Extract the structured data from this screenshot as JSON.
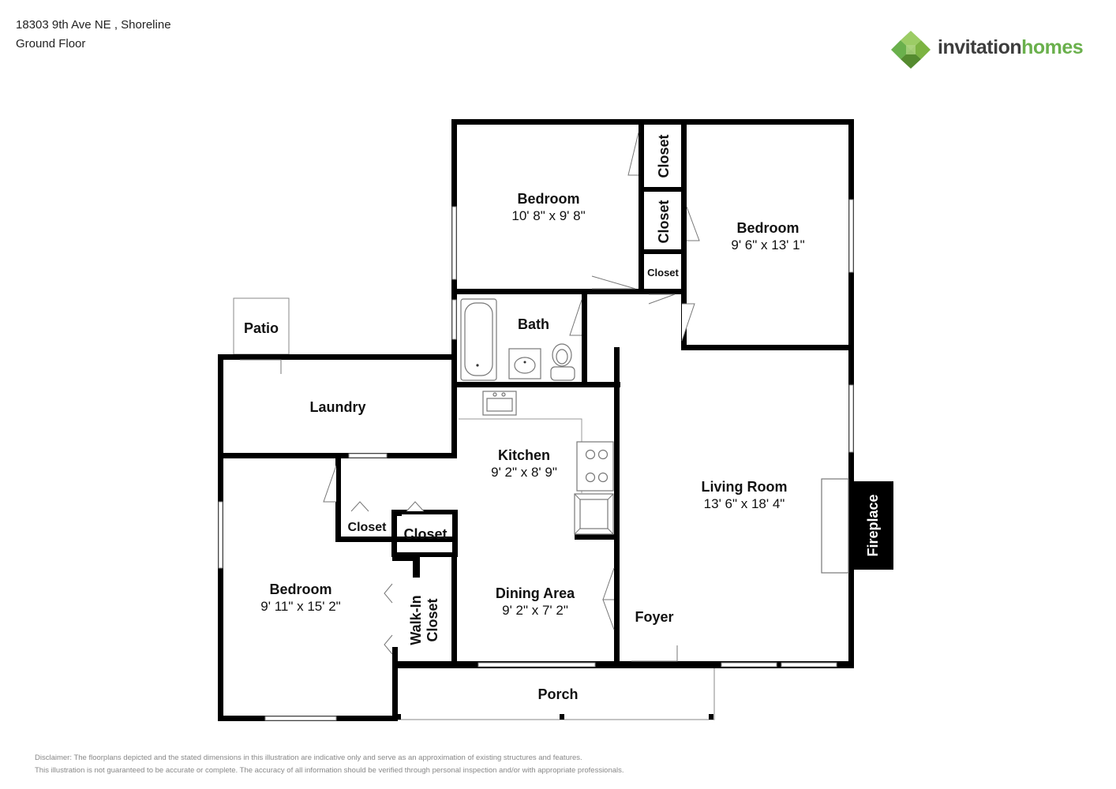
{
  "header": {
    "address": "18303 9th Ave NE , Shoreline",
    "floor": "Ground Floor"
  },
  "logo": {
    "icon": "invitation-homes-diamond-icon",
    "word1": "invitation",
    "word2": "homes",
    "colors": {
      "dark": "#3d3d3d",
      "green": "#6ab04c",
      "light_green": "#9ccc65"
    }
  },
  "rooms": {
    "bedroom_top": {
      "name": "Bedroom",
      "dims": "10' 8\" x 9' 8\""
    },
    "bedroom_right": {
      "name": "Bedroom",
      "dims": "9' 6\" x 13' 1\""
    },
    "bedroom_left": {
      "name": "Bedroom",
      "dims": "9' 11\" x 15' 2\""
    },
    "bath": {
      "name": "Bath"
    },
    "patio": {
      "name": "Patio"
    },
    "laundry": {
      "name": "Laundry"
    },
    "kitchen": {
      "name": "Kitchen",
      "dims": "9' 2\" x 8' 9\""
    },
    "living_room": {
      "name": "Living Room",
      "dims": "13' 6\" x 18' 4\""
    },
    "dining_area": {
      "name": "Dining Area",
      "dims": "9' 2\" x 7' 2\""
    },
    "foyer": {
      "name": "Foyer"
    },
    "porch": {
      "name": "Porch"
    },
    "fireplace": {
      "name": "Fireplace"
    },
    "walk_in_closet": {
      "line1": "Walk-In",
      "line2": "Closet"
    },
    "closet_label": "Closet"
  },
  "disclaimer": {
    "line1": "Disclaimer: The floorplans depicted and the stated dimensions in this illustration are indicative only and serve as an approximation of existing structures and features.",
    "line2": "This illustration is not guaranteed to be accurate or complete. The accuracy of all information should be verified through personal inspection and/or with appropriate professionals."
  }
}
